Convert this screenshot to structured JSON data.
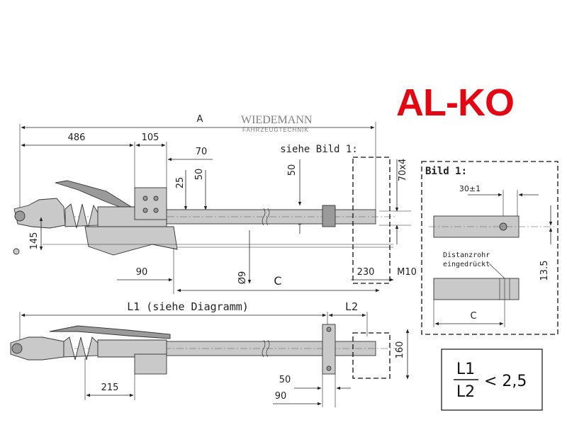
{
  "brand": {
    "logo_text": "AL-KO",
    "logo_color": "#e30613"
  },
  "watermark": {
    "line1": "WIEDEMANN",
    "line2": "FAHRZEUGTECHNIK"
  },
  "top_view": {
    "dim_A": "A",
    "dim_486": "486",
    "dim_105": "105",
    "dim_70": "70",
    "dim_25": "25",
    "dim_50_left": "50",
    "dim_50_mid": "50",
    "dim_145": "145",
    "dim_90": "90",
    "dim_phi9": "Ø9",
    "dim_C": "C",
    "dim_230": "230",
    "dim_M10": "M10",
    "dim_70x4": "70x4",
    "see_detail": "siehe Bild 1:"
  },
  "bottom_view": {
    "dim_L1": "L1 (siehe Diagramm)",
    "dim_L2": "L2",
    "dim_160": "160",
    "dim_215": "215",
    "dim_50": "50",
    "dim_90": "90"
  },
  "detail": {
    "title": "Bild 1:",
    "dim_30": "30±1",
    "dim_13_5": "13.5",
    "note_line1": "Distanzrohr",
    "note_line2": "eingedrückt",
    "dim_C": "C"
  },
  "ratio": {
    "numerator": "L1",
    "denominator": "L2",
    "relation": "< 2,5"
  }
}
